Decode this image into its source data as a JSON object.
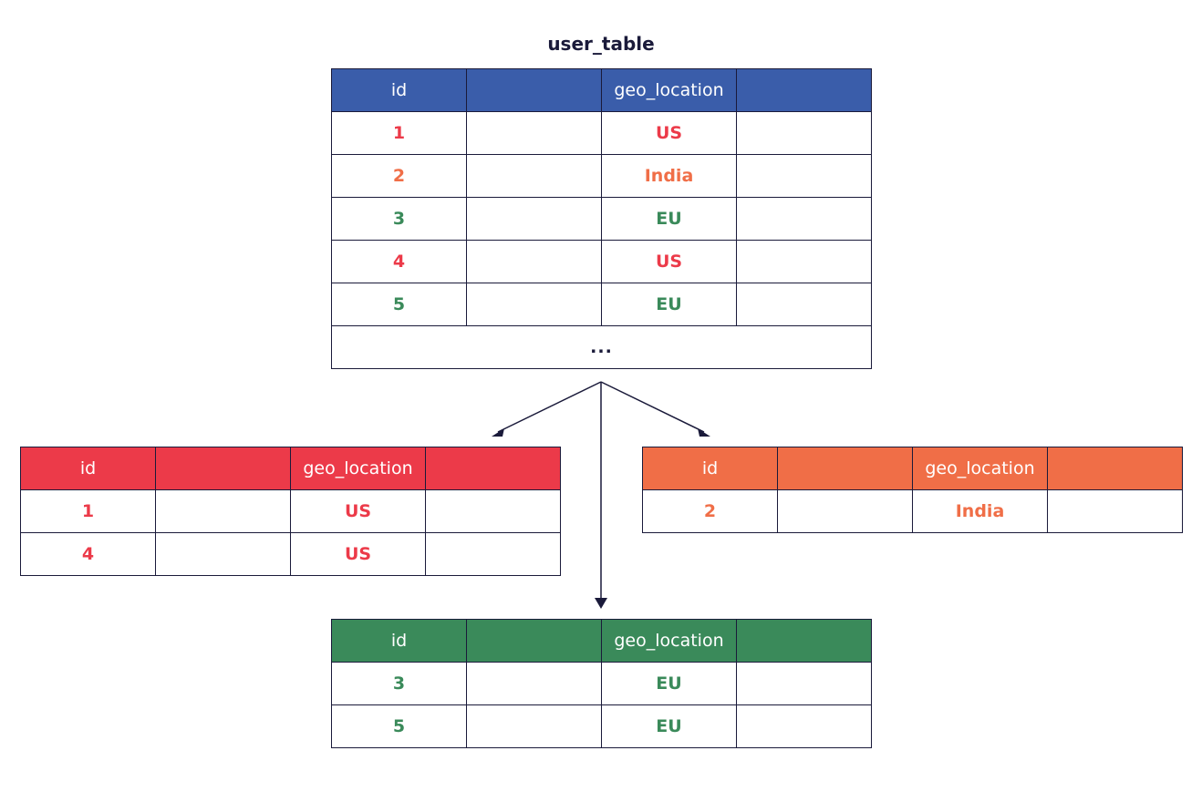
{
  "diagram": {
    "title": "user_table",
    "colors": {
      "main_header": "#3a5daa",
      "us": "#ec3a49",
      "india": "#f06e47",
      "eu": "#3a8a5a",
      "border": "#1a1a3a"
    },
    "main_table": {
      "headers": [
        "id",
        "",
        "geo_location",
        ""
      ],
      "rows": [
        {
          "id": "1",
          "geo": "US",
          "color": "us"
        },
        {
          "id": "2",
          "geo": "India",
          "color": "india"
        },
        {
          "id": "3",
          "geo": "EU",
          "color": "eu"
        },
        {
          "id": "4",
          "geo": "US",
          "color": "us"
        },
        {
          "id": "5",
          "geo": "EU",
          "color": "eu"
        }
      ],
      "ellipsis": "..."
    },
    "us_table": {
      "headers": [
        "id",
        "",
        "geo_location",
        ""
      ],
      "rows": [
        {
          "id": "1",
          "geo": "US"
        },
        {
          "id": "4",
          "geo": "US"
        }
      ]
    },
    "india_table": {
      "headers": [
        "id",
        "",
        "geo_location",
        ""
      ],
      "rows": [
        {
          "id": "2",
          "geo": "India"
        }
      ]
    },
    "eu_table": {
      "headers": [
        "id",
        "",
        "geo_location",
        ""
      ],
      "rows": [
        {
          "id": "3",
          "geo": "EU"
        },
        {
          "id": "5",
          "geo": "EU"
        }
      ]
    }
  }
}
